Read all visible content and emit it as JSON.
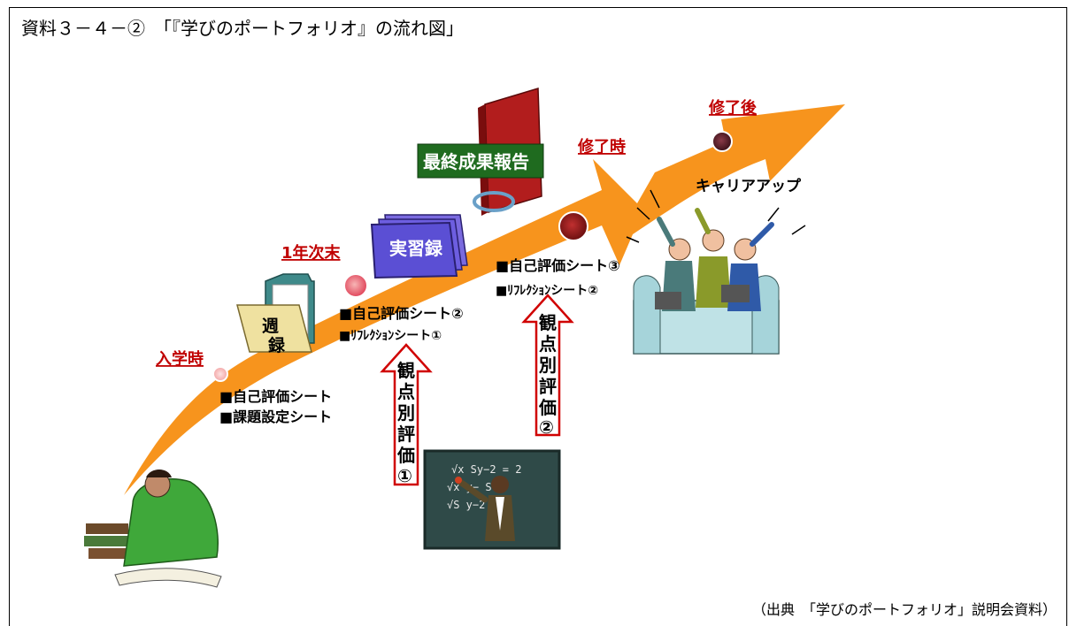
{
  "title": "資料３－４－②　「『学びのポートフォリオ』の流れ図」",
  "source": "（出典　「学びのポートフォリオ」説明会資料）",
  "stages": {
    "s1": "入学時",
    "s2": "1年次末",
    "s3": "修了時",
    "s4": "修了後"
  },
  "items": {
    "weekly_1": "週",
    "weekly_2": "録",
    "practice": "実習録",
    "final": "最終成果報告",
    "career": "キャリアアップ"
  },
  "docs": {
    "g1_a": "■自己評価シート",
    "g1_b": "■課題設定シート",
    "g2_a": "■自己評価シート②",
    "g2_b": "■ﾘﾌﾚｸｼｮﾝシート①",
    "g3_a": "■自己評価シート③",
    "g3_b": "■ﾘﾌﾚｸｼｮﾝシート②"
  },
  "evals": {
    "e1": [
      "観",
      "点",
      "別",
      "評",
      "価",
      "①"
    ],
    "e2": [
      "観",
      "点",
      "別",
      "評",
      "価",
      "②"
    ]
  },
  "chalkboard": {
    "l1": "√x Sy−2 = 2",
    "l2": "√x   y− S",
    "l3": "√S y−2"
  },
  "colors": {
    "arrow": "#f7941d",
    "stage": "#c00000",
    "practice_box": "#5b4fd4",
    "final_box": "#1f6b1f"
  }
}
